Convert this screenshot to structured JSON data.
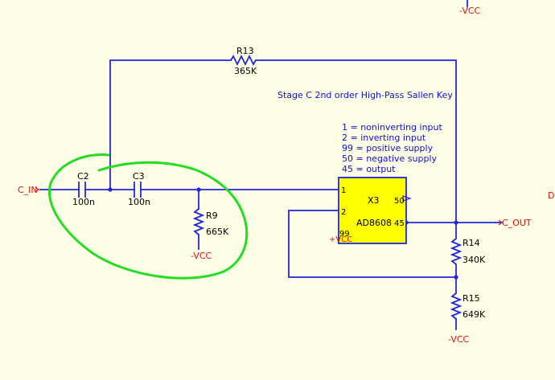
{
  "title": "Stage C 2nd order High-Pass Sallen Key",
  "pin_legend": [
    "1 = noninverting input",
    "2 = inverting input",
    "99 = positive supply",
    "50 = negative supply",
    "45 = output"
  ],
  "nets": {
    "input": "C_IN",
    "output": "C_OUT",
    "neg_supply": "-VCC",
    "pos_supply": "+VCC",
    "edge_fragment": "D"
  },
  "components": {
    "r13": {
      "ref": "R13",
      "value": "365K"
    },
    "c2": {
      "ref": "C2",
      "value": "100n"
    },
    "c3": {
      "ref": "C3",
      "value": "100n"
    },
    "r9": {
      "ref": "R9",
      "value": "665K"
    },
    "r14": {
      "ref": "R14",
      "value": "340K"
    },
    "r15": {
      "ref": "R15",
      "value": "649K"
    },
    "opamp": {
      "ref": "X3",
      "part": "AD8608",
      "fill_color": "#ffff00",
      "pins": {
        "noninv": "1",
        "inv": "2",
        "pos": "99",
        "neg": "50",
        "out": "45"
      }
    }
  },
  "colors": {
    "background": "#fefee6",
    "wire": "#1f28d8",
    "net_label": "#e01010",
    "annotation": "#22dd22"
  }
}
